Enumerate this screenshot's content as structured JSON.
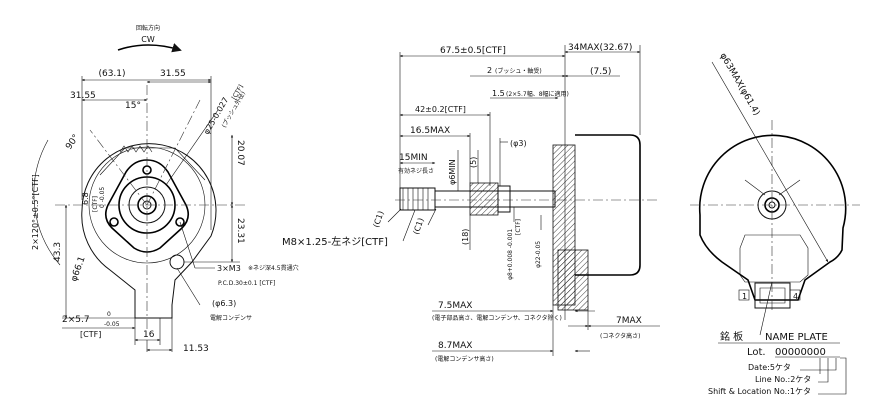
{
  "rotation": {
    "jp": "回転方向",
    "dir": "CW"
  },
  "front_view": {
    "d_63_1": "(63.1)",
    "d_31_55_top": "31.55",
    "d_31_55_left": "31.55",
    "d_15deg": "15°",
    "d_90deg": "90°",
    "d_2x120": "2×120°±0.5°[CTF]",
    "d_6_8": "6.8",
    "d_ctf_small": "[CTF]",
    "d_6_8_tol": "0 -0.05",
    "d_25": "φ25-0.027",
    "d_25_note": "[CTF]",
    "d_25_jp": "(ブッシュ外径)",
    "d_20_07": "20.07",
    "d_23_31": "23.31",
    "d_43_3": "43.3",
    "d_66_1": "φ66.1",
    "d_3xm3": "3×M3",
    "d_3xm3_note": "※ネジ深4.5貫通穴",
    "d_pcd": "P.C.D.30±0.1 [CTF]",
    "d_6_3": "(φ6.3)",
    "d_6_3_jp": "電解コンデンサ",
    "d_2x5_7": "2×5.7",
    "d_2x5_7_tol_top": "0",
    "d_2x5_7_tol_bot": "-0.05",
    "d_ctf_bottom": "[CTF]",
    "d_16": "16",
    "d_11_53": "11.53"
  },
  "side_view": {
    "d_67_5": "67.5±0.5[CTF]",
    "d_34max": "34MAX(32.67)",
    "d_2_bush": "2",
    "d_2_bush_jp": "(ブッシュ・軸受)",
    "d_7_5": "(7.5)",
    "d_1_5": "1.5",
    "d_1_5_note": "(2×5.7幅、8幅に適用)",
    "d_42": "42±0.2[CTF]",
    "d_16_5max": "16.5MAX",
    "d_15min": "15MIN",
    "d_15min_jp": "有効ネジ長さ",
    "d_phi3": "(φ3)",
    "d_5": "(5)",
    "d_phi6min": "φ6MIN",
    "d_c1_a": "(C1)",
    "d_c1_b": "(C1)",
    "d_18": "(18)",
    "d_m8": "M8×1.25-左ネジ[CTF]",
    "d_phi8": "φ8+0.008 -0.001",
    "d_phi8_ctf": "[CTF]",
    "d_phi22": "φ22-0.05",
    "d_7_5max": "7.5MAX",
    "d_7_5max_jp": "(電子部品高さ、電解コンデンサ、コネクタ除く)",
    "d_7max": "7MAX",
    "d_7max_jp": "(コネクタ高さ)",
    "d_8_7max": "8.7MAX",
    "d_8_7max_jp": "(電解コンデンサ高さ)"
  },
  "rear_view": {
    "d_phi63max": "φ63MAX(φ61.4)",
    "pin1": "1",
    "pin4": "4"
  },
  "name_plate": {
    "jp": "銘 板",
    "en": "NAME PLATE",
    "lot": "Lot.",
    "lot_code": "00000000",
    "date": "Date:5ケタ",
    "line": "Line No.:2ケタ",
    "shift": "Shift & Location No.:1ケタ"
  }
}
